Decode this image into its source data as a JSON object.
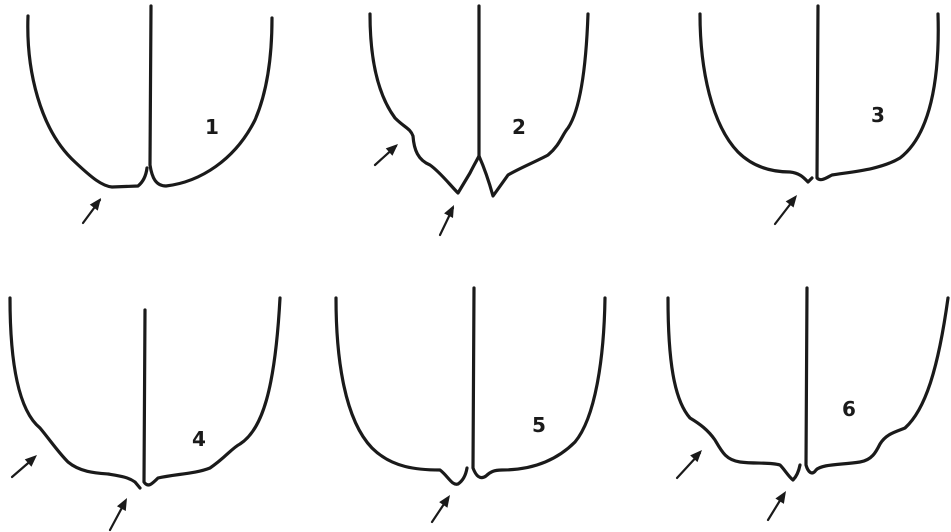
{
  "panels": [
    {
      "label": "1"
    },
    {
      "label": "2"
    },
    {
      "label": "3"
    },
    {
      "label": "4"
    },
    {
      "label": "5"
    },
    {
      "label": "6"
    }
  ],
  "colors": {
    "ink": "#1a1a1a",
    "background": "#ffffff"
  },
  "icons": {
    "pointer": "arrow-icon"
  }
}
